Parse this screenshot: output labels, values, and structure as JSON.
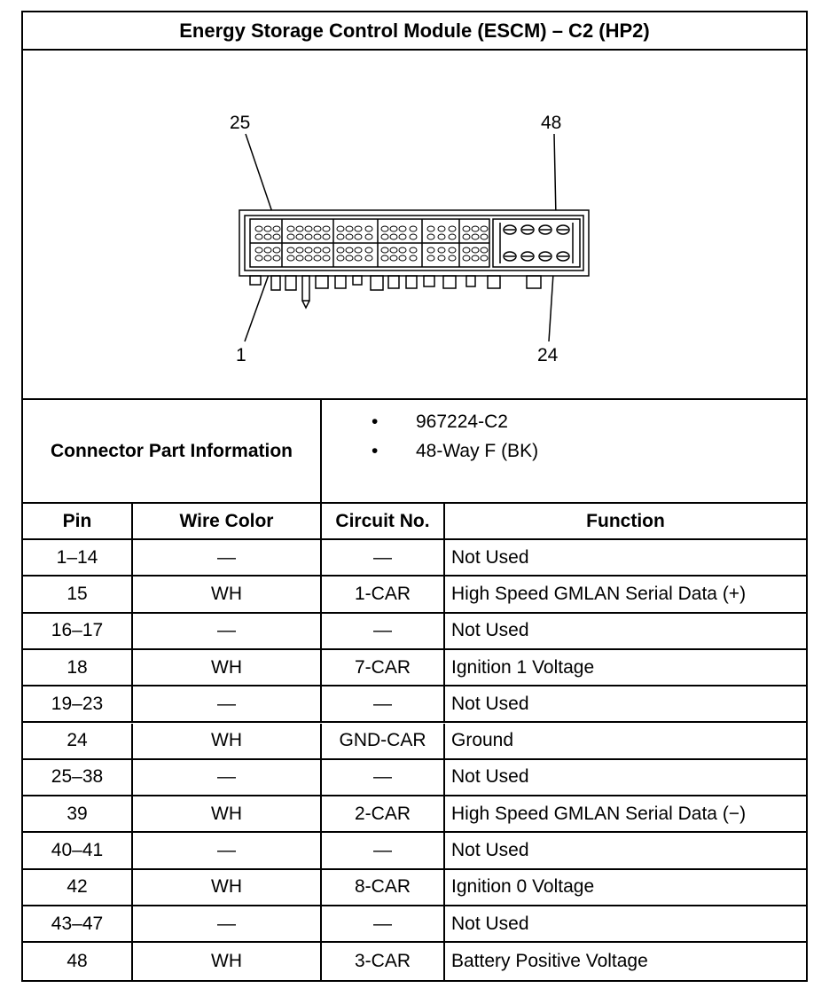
{
  "title": "Energy Storage Control Module (ESCM) – C2 (HP2)",
  "diagram": {
    "pin_labels": {
      "top_left": "25",
      "top_right": "48",
      "bottom_left": "1",
      "bottom_right": "24"
    }
  },
  "connector_info": {
    "label": "Connector Part Information",
    "bullet": "•",
    "items": [
      "967224-C2",
      "48-Way F (BK)"
    ]
  },
  "table": {
    "headers": {
      "pin": "Pin",
      "wire_color": "Wire Color",
      "circuit": "Circuit No.",
      "function": "Function"
    },
    "rows": [
      {
        "pin": "1–14",
        "wire": "—",
        "circuit": "—",
        "function": "Not Used"
      },
      {
        "pin": "15",
        "wire": "WH",
        "circuit": "1-CAR",
        "function": "High Speed GMLAN Serial Data (+)"
      },
      {
        "pin": "16–17",
        "wire": "—",
        "circuit": "—",
        "function": "Not Used"
      },
      {
        "pin": "18",
        "wire": "WH",
        "circuit": "7-CAR",
        "function": "Ignition 1 Voltage"
      },
      {
        "pin": "19–23",
        "wire": "—",
        "circuit": "—",
        "function": "Not Used"
      },
      {
        "pin": "24",
        "wire": "WH",
        "circuit": "GND-CAR",
        "function": "Ground"
      },
      {
        "pin": "25–38",
        "wire": "—",
        "circuit": "—",
        "function": "Not Used"
      },
      {
        "pin": "39",
        "wire": "WH",
        "circuit": "2-CAR",
        "function": "High Speed GMLAN Serial Data (−)"
      },
      {
        "pin": "40–41",
        "wire": "—",
        "circuit": "—",
        "function": "Not Used"
      },
      {
        "pin": "42",
        "wire": "WH",
        "circuit": "8-CAR",
        "function": "Ignition 0 Voltage"
      },
      {
        "pin": "43–47",
        "wire": "—",
        "circuit": "—",
        "function": "Not Used"
      },
      {
        "pin": "48",
        "wire": "WH",
        "circuit": "3-CAR",
        "function": "Battery Positive Voltage"
      }
    ]
  }
}
